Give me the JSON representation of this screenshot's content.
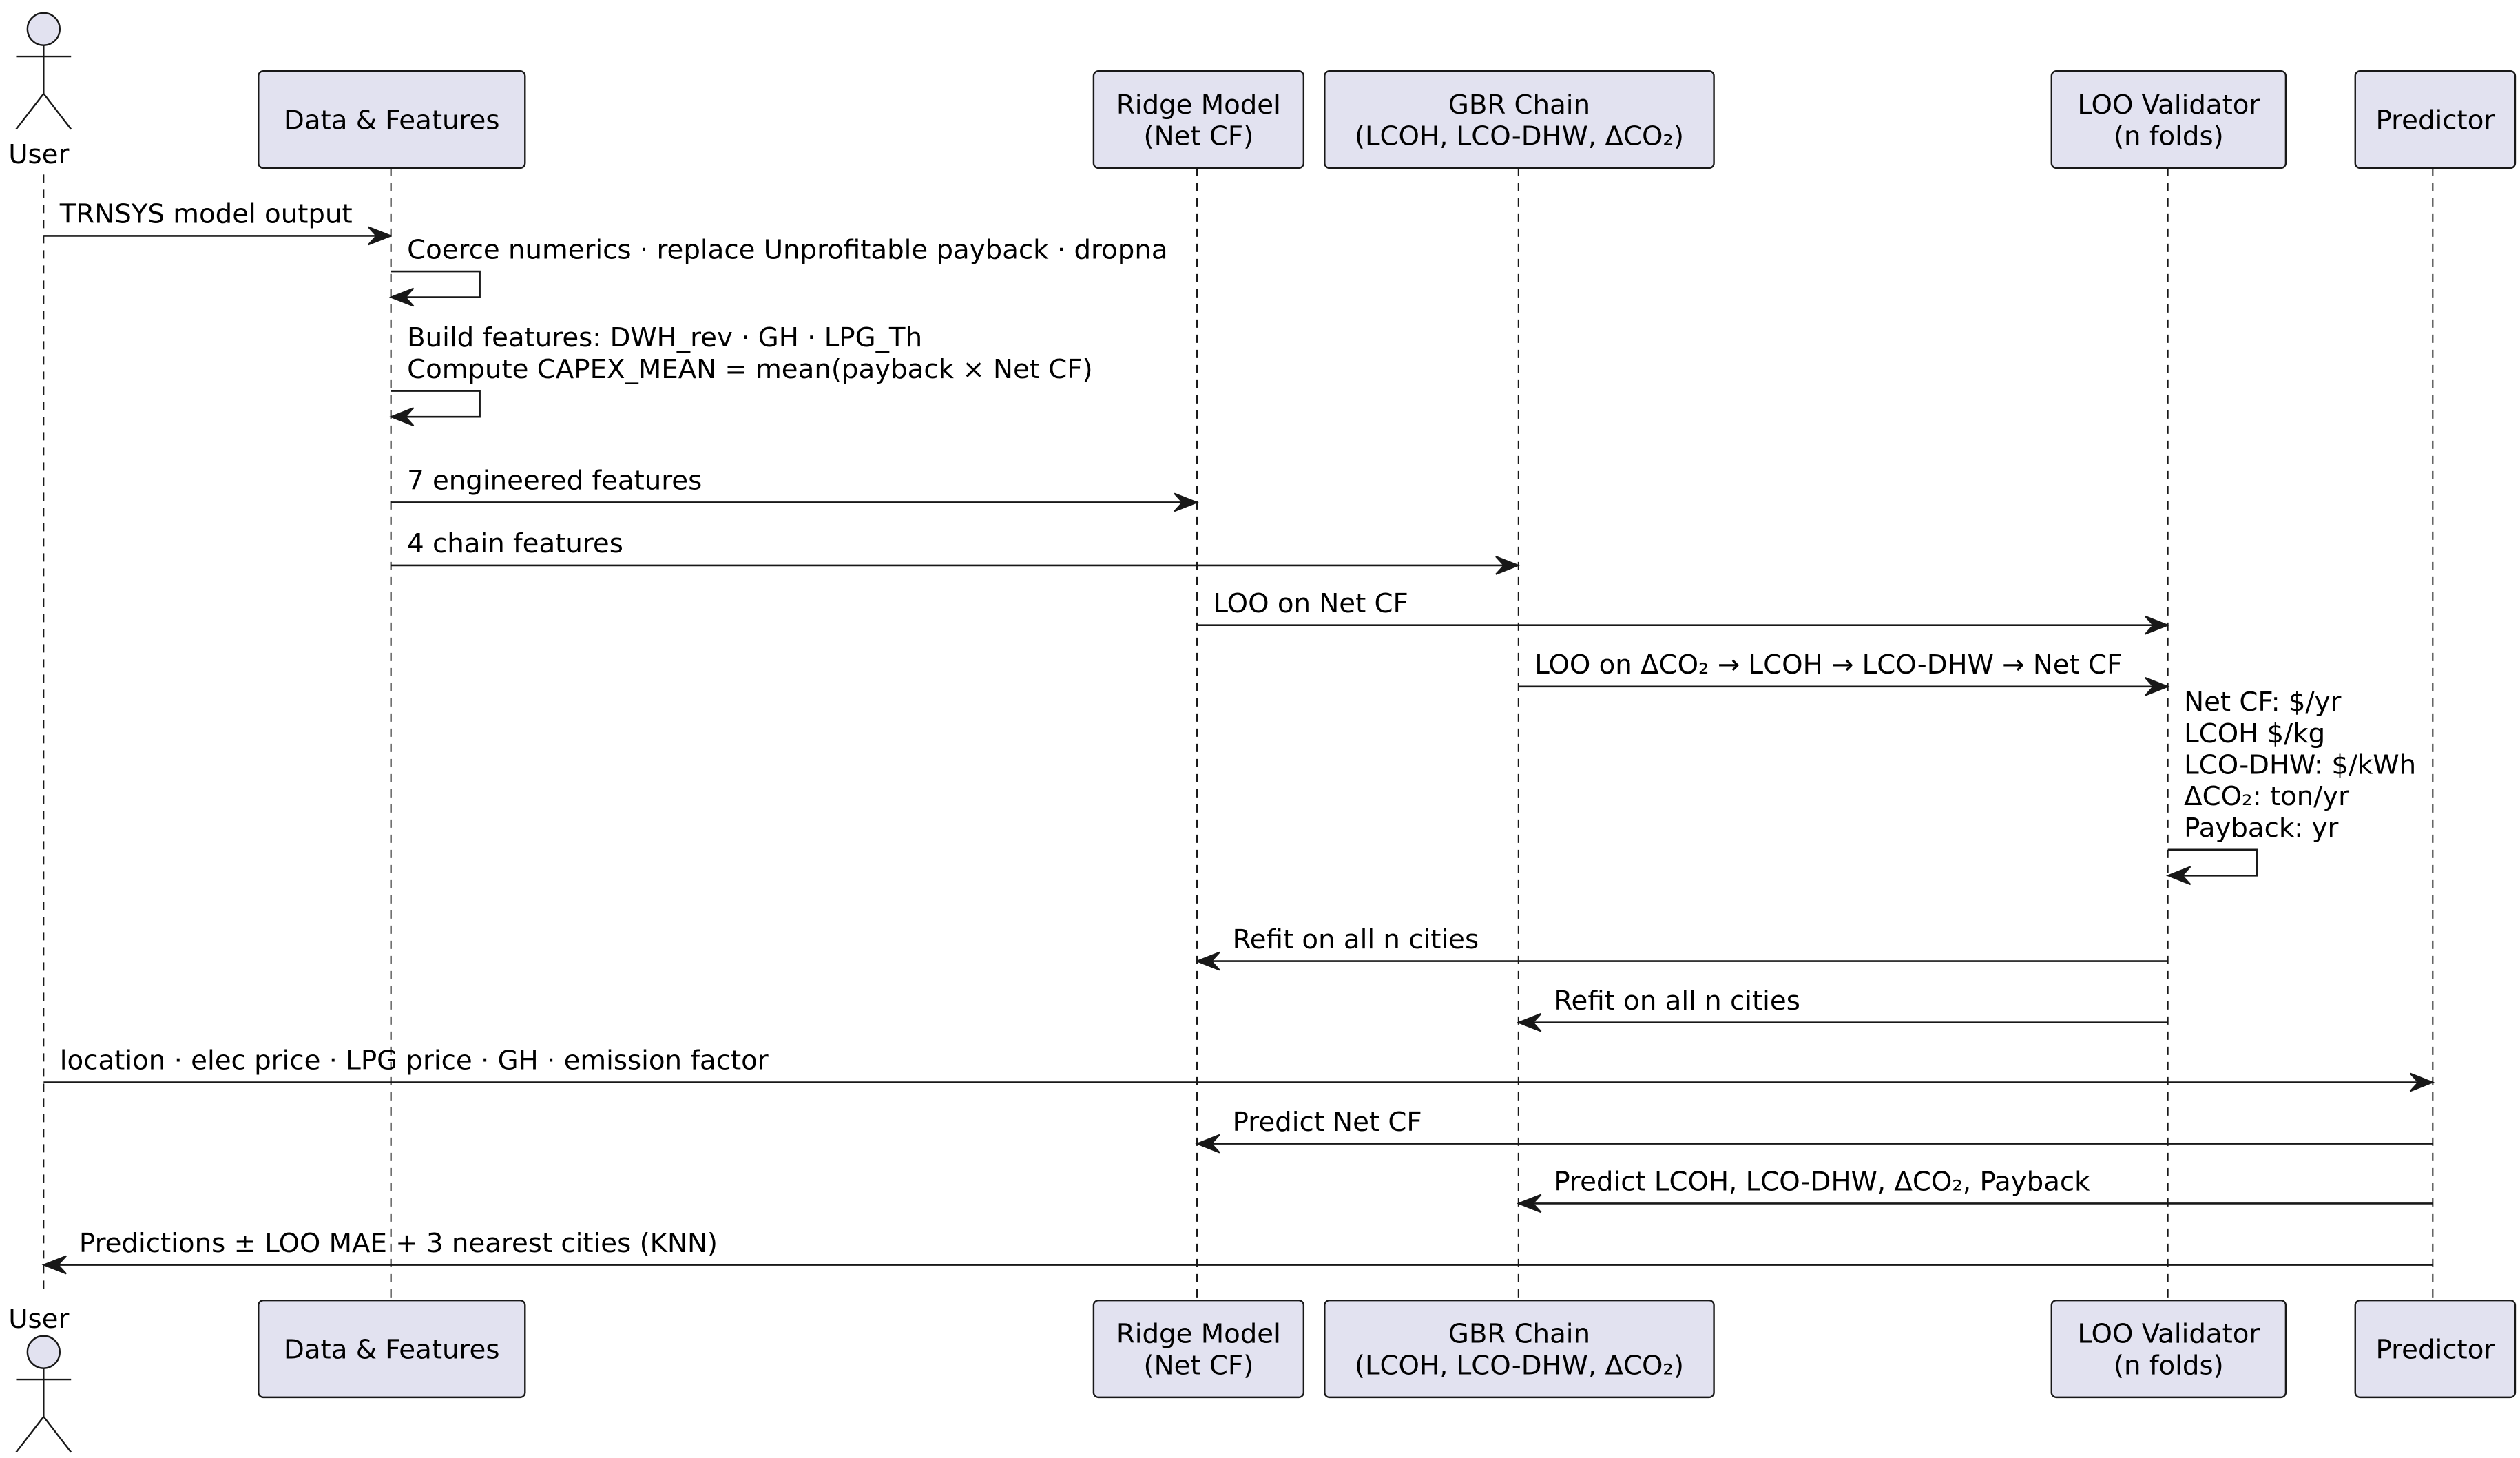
{
  "participants": [
    {
      "id": "user",
      "kind": "actor",
      "lines": [
        "User"
      ]
    },
    {
      "id": "data",
      "kind": "box",
      "lines": [
        "Data & Features"
      ]
    },
    {
      "id": "ridge",
      "kind": "box",
      "lines": [
        "Ridge Model",
        "(Net CF)"
      ]
    },
    {
      "id": "gbr",
      "kind": "box",
      "lines": [
        "GBR Chain",
        "(LCOH, LCO-DHW, ΔCO₂)"
      ]
    },
    {
      "id": "loo",
      "kind": "box",
      "lines": [
        "LOO Validator",
        "(n folds)"
      ]
    },
    {
      "id": "pred",
      "kind": "box",
      "lines": [
        "Predictor"
      ]
    }
  ],
  "messages": [
    {
      "from": "user",
      "to": "data",
      "lines": [
        "TRNSYS model output"
      ]
    },
    {
      "from": "data",
      "to": "data",
      "lines": [
        "Coerce numerics · replace Unprofitable payback · dropna"
      ]
    },
    {
      "from": "data",
      "to": "data",
      "lines": [
        "Build features: DWH_rev · GH · LPG_Th",
        "Compute CAPEX_MEAN = mean(payback × Net CF)"
      ]
    },
    {
      "from": "data",
      "to": "ridge",
      "lines": [
        "7 engineered features"
      ]
    },
    {
      "from": "data",
      "to": "gbr",
      "lines": [
        "4 chain features"
      ]
    },
    {
      "from": "ridge",
      "to": "loo",
      "lines": [
        "LOO on Net CF"
      ]
    },
    {
      "from": "gbr",
      "to": "loo",
      "lines": [
        "LOO on ΔCO₂ → LCOH → LCO-DHW → Net CF"
      ]
    },
    {
      "from": "loo",
      "to": "loo",
      "lines": [
        "Net CF:  $/yr",
        "LCOH    $/kg",
        "LCO-DHW: $/kWh",
        "ΔCO₂:    ton/yr",
        "Payback: yr"
      ]
    },
    {
      "from": "loo",
      "to": "ridge",
      "lines": [
        "Refit on all n cities"
      ]
    },
    {
      "from": "loo",
      "to": "gbr",
      "lines": [
        "Refit on all n cities"
      ]
    },
    {
      "from": "user",
      "to": "pred",
      "lines": [
        "location · elec price · LPG price · GH · emission factor"
      ]
    },
    {
      "from": "pred",
      "to": "ridge",
      "lines": [
        "Predict Net CF"
      ]
    },
    {
      "from": "pred",
      "to": "gbr",
      "lines": [
        "Predict LCOH, LCO-DHW, ΔCO₂, Payback"
      ]
    },
    {
      "from": "pred",
      "to": "user",
      "lines": [
        "Predictions ± LOO MAE + 3 nearest cities (KNN)"
      ]
    }
  ]
}
